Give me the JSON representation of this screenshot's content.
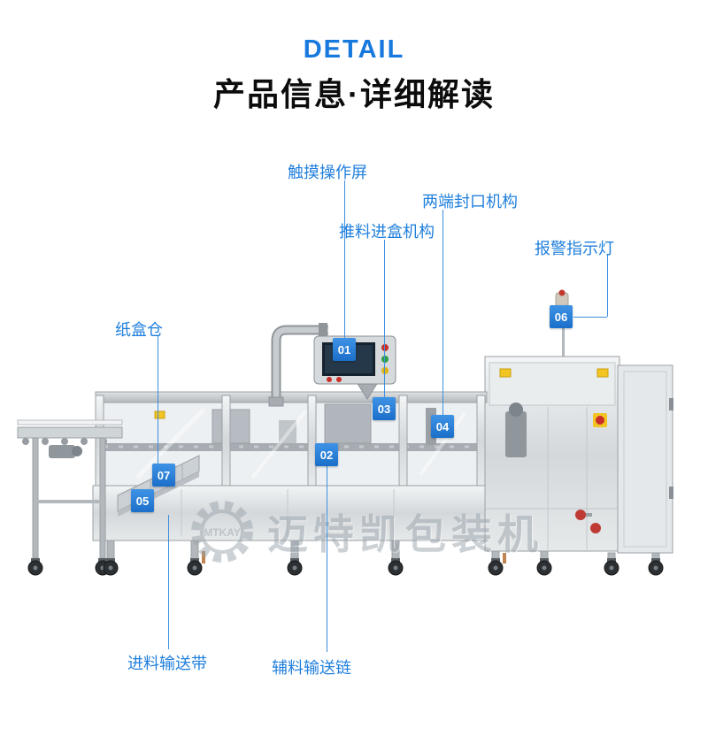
{
  "header": {
    "title": "DETAIL",
    "subtitle": "产品信息·详细解读"
  },
  "callouts": [
    {
      "id": "01",
      "label": "触摸操作屏"
    },
    {
      "id": "02",
      "label": "辅料输送链"
    },
    {
      "id": "03",
      "label": "推料进盒机构"
    },
    {
      "id": "04",
      "label": "两端封口机构"
    },
    {
      "id": "05",
      "label": "进料输送带"
    },
    {
      "id": "06",
      "label": "报警指示灯"
    },
    {
      "id": "07",
      "label": "纸盒仓"
    }
  ],
  "watermark": {
    "logo_text": "MTKAY",
    "text": "迈特凯包装机"
  },
  "colors": {
    "accent": "#1f7fdc",
    "title_blue": "#1778dd"
  }
}
